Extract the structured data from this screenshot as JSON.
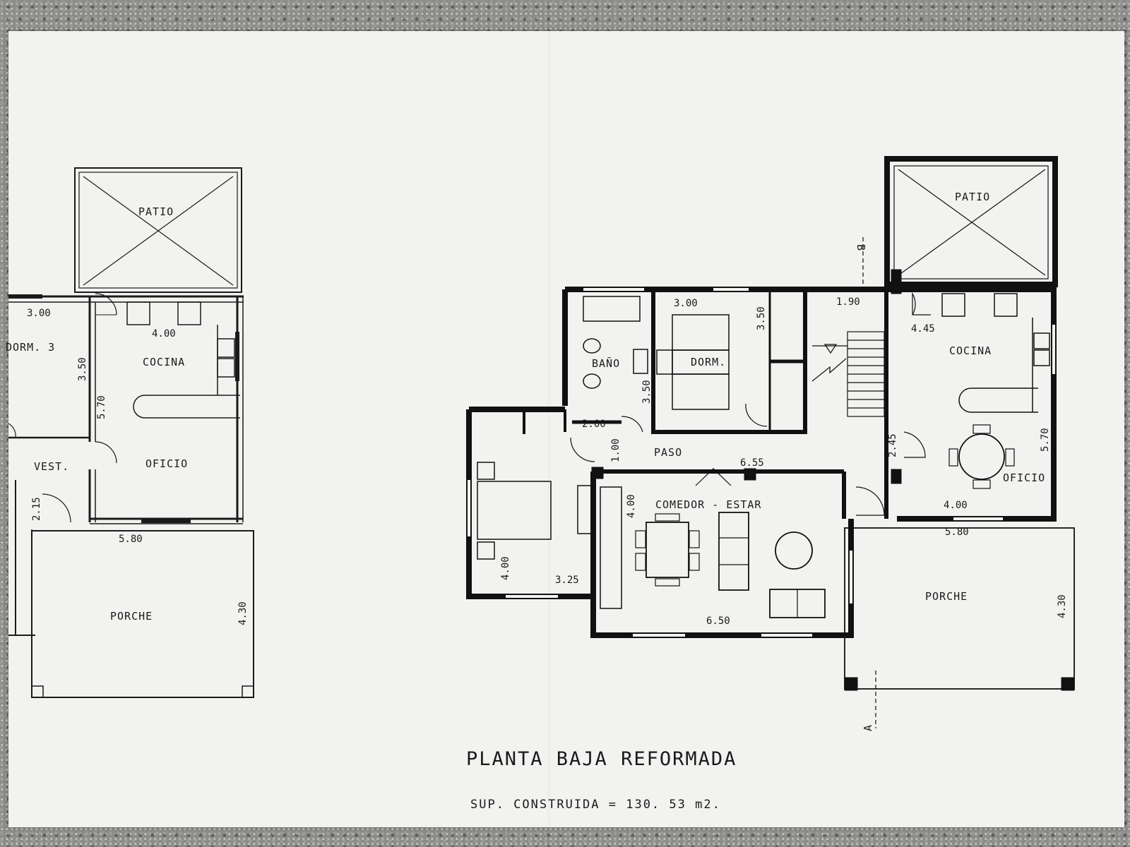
{
  "title": "PLANTA BAJA REFORMADA",
  "subtitle": "SUP. CONSTRUIDA  =  130. 53 m2.",
  "left_plan": {
    "rooms": {
      "patio": "PATIO",
      "dorm3": "DORM. 3",
      "cocina": "COCINA",
      "vest": "VEST.",
      "oficio": "OFICIO",
      "porche": "PORCHE"
    },
    "dims": {
      "d1": "3.00",
      "d2": "4.00",
      "d3": "3.50",
      "d4": "5.70",
      "d5": "2.15",
      "d6": "5.80",
      "d7": "4.30"
    }
  },
  "right_plan": {
    "rooms": {
      "patio": "PATIO",
      "bano": "BAÑO",
      "dorm": "DORM.",
      "cocina": "COCINA",
      "paso": "PASO",
      "comedor": "COMEDOR - ESTAR",
      "oficio": "OFICIO",
      "porche": "PORCHE"
    },
    "dims": {
      "d1": "3.00",
      "d2": "3.50",
      "d3": "1.90",
      "d4": "4.45",
      "d5": "3.50",
      "d6": "2.00",
      "d7": "1.00",
      "d8": "6.55",
      "d9": "2.45",
      "d10": "5.70",
      "d11": "4.00",
      "d12": "4.00",
      "d13": "4.00",
      "d14": "3.25",
      "d15": "5.80",
      "d16": "6.50",
      "d17": "4.30"
    },
    "section_marks": {
      "a": "A",
      "b": "B"
    }
  }
}
